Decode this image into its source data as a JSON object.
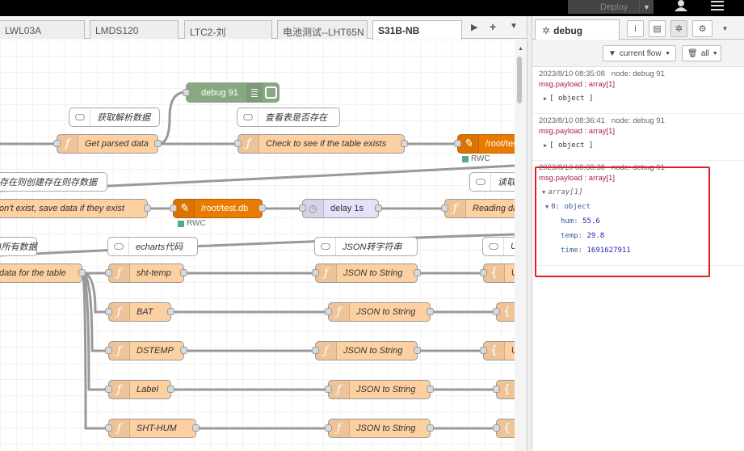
{
  "header": {
    "deploy_label": "Deploy",
    "deploy_caret": "▼"
  },
  "tabs": [
    {
      "label": "LWL03A"
    },
    {
      "label": "LMDS120"
    },
    {
      "label": "LTC2-刘"
    },
    {
      "label": "电池测试--LHT65N"
    },
    {
      "label": "S31B-NB"
    }
  ],
  "tabbar_controls": {
    "scroll": "▶",
    "add": "+",
    "list": "▼"
  },
  "flow": {
    "debug_node": "debug 91",
    "comments": {
      "get_parse": "获取解析数据",
      "check_table": "查看表是否存在",
      "create_store": "存在则创建存在则存数据",
      "read_partial": "读取",
      "all_data": "l所有数据",
      "echarts": "echarts代码",
      "json_str": "JSON转字符串",
      "u_partial": "U"
    },
    "nodes": {
      "get_parsed": "Get parsed data",
      "check_exists": "Check to see if the table exists",
      "sqlite_top": "/root/tes",
      "save_data": "on't exist, save data if they exist",
      "sqlite_mid": "/root/test.db",
      "delay": "delay 1s",
      "reading": "Reading da",
      "data_table": "data for the table",
      "sht_temp": "sht-temp",
      "bat": "BAT",
      "dstemp": "DSTEMP",
      "label": "Label",
      "sht_hum": "SHT-HUM",
      "json1": "JSON to String",
      "json2": "JSON to String",
      "json3": "JSON to String",
      "json4": "JSON to String",
      "json5": "JSON to String",
      "u1": "U",
      "u2": "U"
    },
    "status_rwc_1": "RWC",
    "status_rwc_2": "RWC"
  },
  "sidebar": {
    "tab_label": "debug",
    "filter_label": "current flow",
    "clear_label": "all",
    "messages": [
      {
        "time": "2023/8/10 08:35:08",
        "node": "node: debug 91",
        "topic": "msg.payload : array[1]",
        "preview": "[ object ]"
      },
      {
        "time": "2023/8/10 08:36:41",
        "node": "node: debug 91",
        "topic": "msg.payload : array[1]",
        "preview": "[ object ]"
      },
      {
        "time": "2023/8/10 08:38:38",
        "node": "node: debug 91",
        "topic": "msg.payload : array[1]",
        "tree_root": "array[1]",
        "tree_item": "0: object",
        "fields": [
          {
            "key": "hum:",
            "value": "55.6"
          },
          {
            "key": "temp:",
            "value": "29.8"
          },
          {
            "key": "time:",
            "value": "1691627911"
          }
        ]
      }
    ]
  },
  "colors": {
    "highlight": "#e02020",
    "function_node": "#fdd0a2",
    "sqlite_node": "#e97b00",
    "delay_node": "#e6e0f8",
    "debug_node": "#87a980"
  }
}
